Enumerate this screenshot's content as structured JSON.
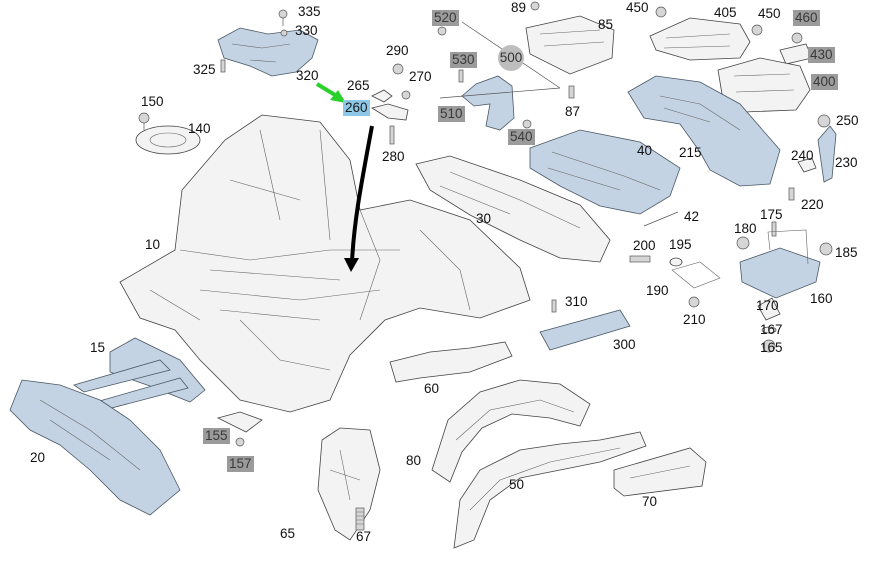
{
  "labels": [
    {
      "id": "335",
      "text": "335",
      "style": "plain"
    },
    {
      "id": "330",
      "text": "330",
      "style": "plain"
    },
    {
      "id": "325",
      "text": "325",
      "style": "plain"
    },
    {
      "id": "320",
      "text": "320",
      "style": "plain"
    },
    {
      "id": "290",
      "text": "290",
      "style": "plain"
    },
    {
      "id": "270",
      "text": "270",
      "style": "plain"
    },
    {
      "id": "265",
      "text": "265",
      "style": "plain"
    },
    {
      "id": "260",
      "text": "260",
      "style": "highlight"
    },
    {
      "id": "280",
      "text": "280",
      "style": "plain"
    },
    {
      "id": "150",
      "text": "150",
      "style": "plain"
    },
    {
      "id": "140",
      "text": "140",
      "style": "plain"
    },
    {
      "id": "10",
      "text": "10",
      "style": "plain"
    },
    {
      "id": "15",
      "text": "15",
      "style": "plain"
    },
    {
      "id": "20",
      "text": "20",
      "style": "plain"
    },
    {
      "id": "155",
      "text": "155",
      "style": "grey"
    },
    {
      "id": "157",
      "text": "157",
      "style": "grey"
    },
    {
      "id": "65",
      "text": "65",
      "style": "plain"
    },
    {
      "id": "67",
      "text": "67",
      "style": "plain"
    },
    {
      "id": "60",
      "text": "60",
      "style": "plain"
    },
    {
      "id": "80",
      "text": "80",
      "style": "plain"
    },
    {
      "id": "50",
      "text": "50",
      "style": "plain"
    },
    {
      "id": "70",
      "text": "70",
      "style": "plain"
    },
    {
      "id": "30",
      "text": "30",
      "style": "plain"
    },
    {
      "id": "89",
      "text": "89",
      "style": "plain"
    },
    {
      "id": "520",
      "text": "520",
      "style": "grey"
    },
    {
      "id": "85",
      "text": "85",
      "style": "plain"
    },
    {
      "id": "530",
      "text": "530",
      "style": "grey"
    },
    {
      "id": "500",
      "text": "500",
      "style": "circle"
    },
    {
      "id": "510",
      "text": "510",
      "style": "grey"
    },
    {
      "id": "540",
      "text": "540",
      "style": "grey"
    },
    {
      "id": "87",
      "text": "87",
      "style": "plain"
    },
    {
      "id": "40",
      "text": "40",
      "style": "plain"
    },
    {
      "id": "42",
      "text": "42",
      "style": "plain"
    },
    {
      "id": "450a",
      "text": "450",
      "style": "plain"
    },
    {
      "id": "405",
      "text": "405",
      "style": "plain"
    },
    {
      "id": "450b",
      "text": "450",
      "style": "plain"
    },
    {
      "id": "460",
      "text": "460",
      "style": "grey"
    },
    {
      "id": "430",
      "text": "430",
      "style": "grey"
    },
    {
      "id": "400",
      "text": "400",
      "style": "grey"
    },
    {
      "id": "215",
      "text": "215",
      "style": "plain"
    },
    {
      "id": "250",
      "text": "250",
      "style": "plain"
    },
    {
      "id": "240",
      "text": "240",
      "style": "plain"
    },
    {
      "id": "230",
      "text": "230",
      "style": "plain"
    },
    {
      "id": "220",
      "text": "220",
      "style": "plain"
    },
    {
      "id": "200",
      "text": "200",
      "style": "plain"
    },
    {
      "id": "195",
      "text": "195",
      "style": "plain"
    },
    {
      "id": "190",
      "text": "190",
      "style": "plain"
    },
    {
      "id": "210",
      "text": "210",
      "style": "plain"
    },
    {
      "id": "180",
      "text": "180",
      "style": "plain"
    },
    {
      "id": "175",
      "text": "175",
      "style": "plain"
    },
    {
      "id": "185",
      "text": "185",
      "style": "plain"
    },
    {
      "id": "160",
      "text": "160",
      "style": "plain"
    },
    {
      "id": "170",
      "text": "170",
      "style": "plain"
    },
    {
      "id": "167",
      "text": "167",
      "style": "plain"
    },
    {
      "id": "165",
      "text": "165",
      "style": "plain"
    },
    {
      "id": "310",
      "text": "310",
      "style": "plain"
    },
    {
      "id": "300",
      "text": "300",
      "style": "plain"
    }
  ],
  "colors": {
    "highlight": "#8ec8e8",
    "grey_label": "#9b9b9b",
    "blue_part": "#c4d3e3",
    "arrow_green": "#2bd12b",
    "arrow_black": "#000000"
  }
}
